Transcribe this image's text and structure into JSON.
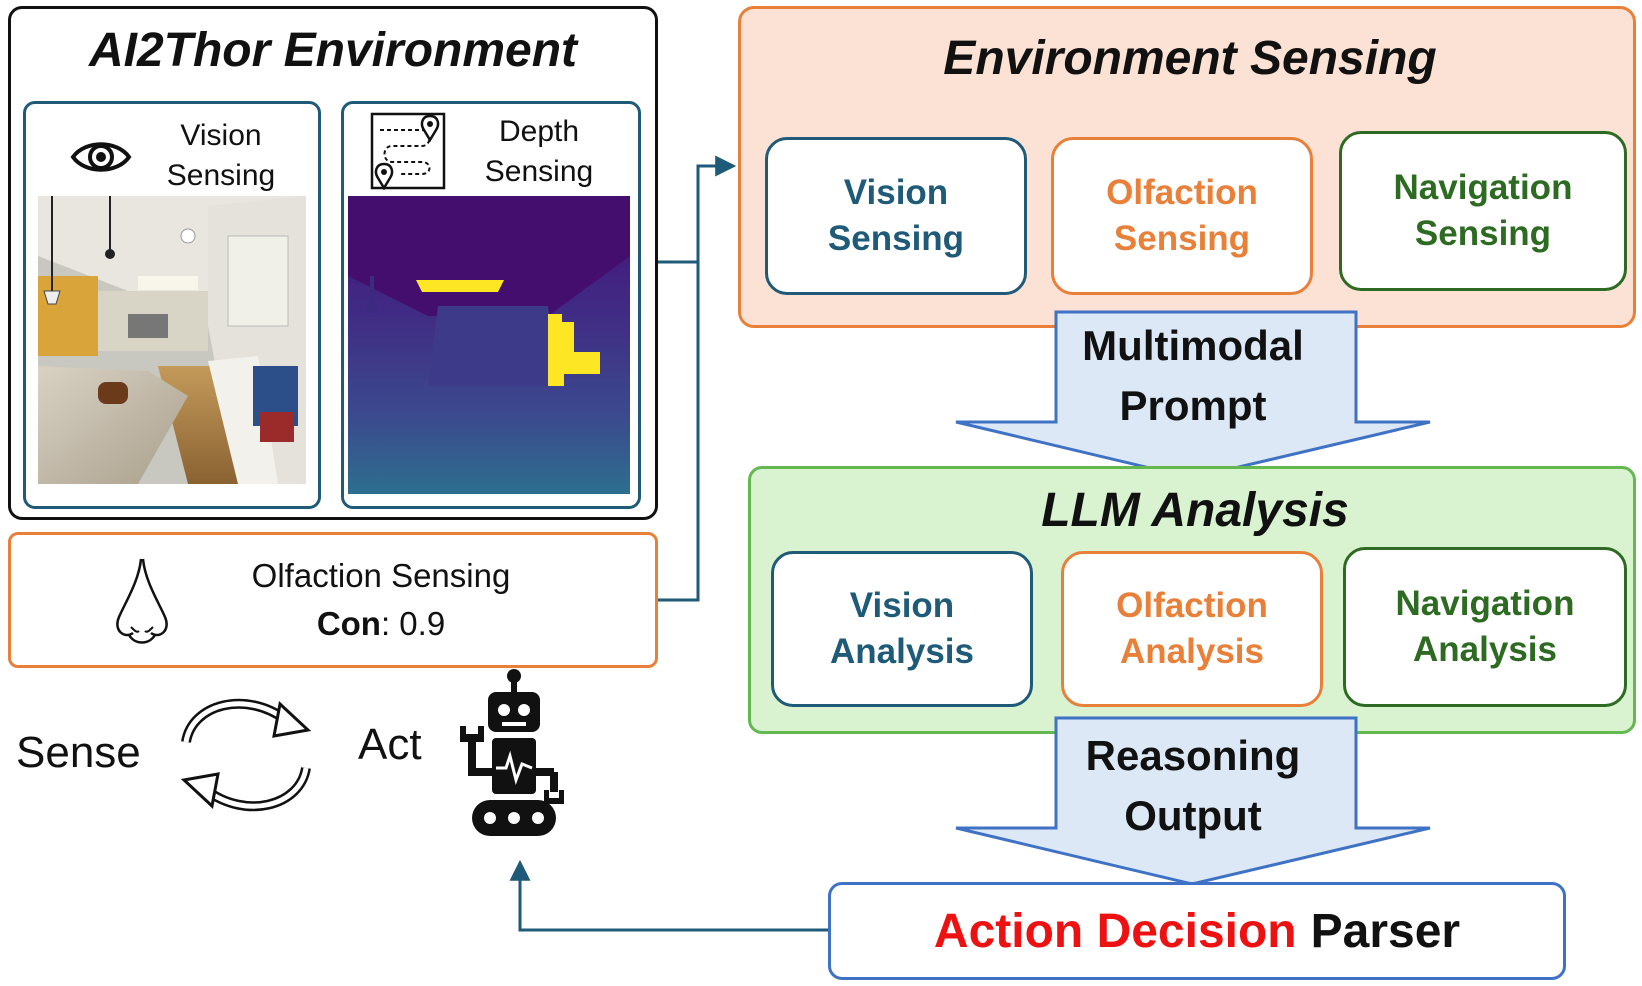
{
  "ai2thor": {
    "title": "AI2Thor Environment",
    "vision_label": [
      "Vision",
      "Sensing"
    ],
    "depth_label": [
      "Depth",
      "Sensing"
    ]
  },
  "olfaction_input": {
    "title": "Olfaction Sensing",
    "con_key": "Con",
    "con_value": ": 0.9"
  },
  "environment_sensing": {
    "title": "Environment Sensing",
    "cards": [
      {
        "line1": "Vision",
        "line2": "Sensing"
      },
      {
        "line1": "Olfaction",
        "line2": "Sensing"
      },
      {
        "line1": "Navigation",
        "line2": "Sensing"
      }
    ]
  },
  "arrow_1": {
    "line1": "Multimodal",
    "line2": "Prompt"
  },
  "llm_analysis": {
    "title": "LLM Analysis",
    "cards": [
      {
        "line1": "Vision",
        "line2": "Analysis"
      },
      {
        "line1": "Olfaction",
        "line2": "Analysis"
      },
      {
        "line1": "Navigation",
        "line2": "Analysis"
      }
    ]
  },
  "arrow_2": {
    "line1": "Reasoning",
    "line2": "Output"
  },
  "parser": {
    "highlight": "Action Decision",
    "rest": "Parser"
  },
  "loop": {
    "sense": "Sense",
    "act": "Act"
  },
  "colors": {
    "blue": "#1f5a78",
    "orange": "#e8803a",
    "green": "#2e6b22",
    "env_fill": "#fbe2d4",
    "llm_fill": "#d9f2d0",
    "arrow_fill": "#dce8f6",
    "arrow_stroke": "#3f72c4",
    "red": "#ee1111"
  }
}
